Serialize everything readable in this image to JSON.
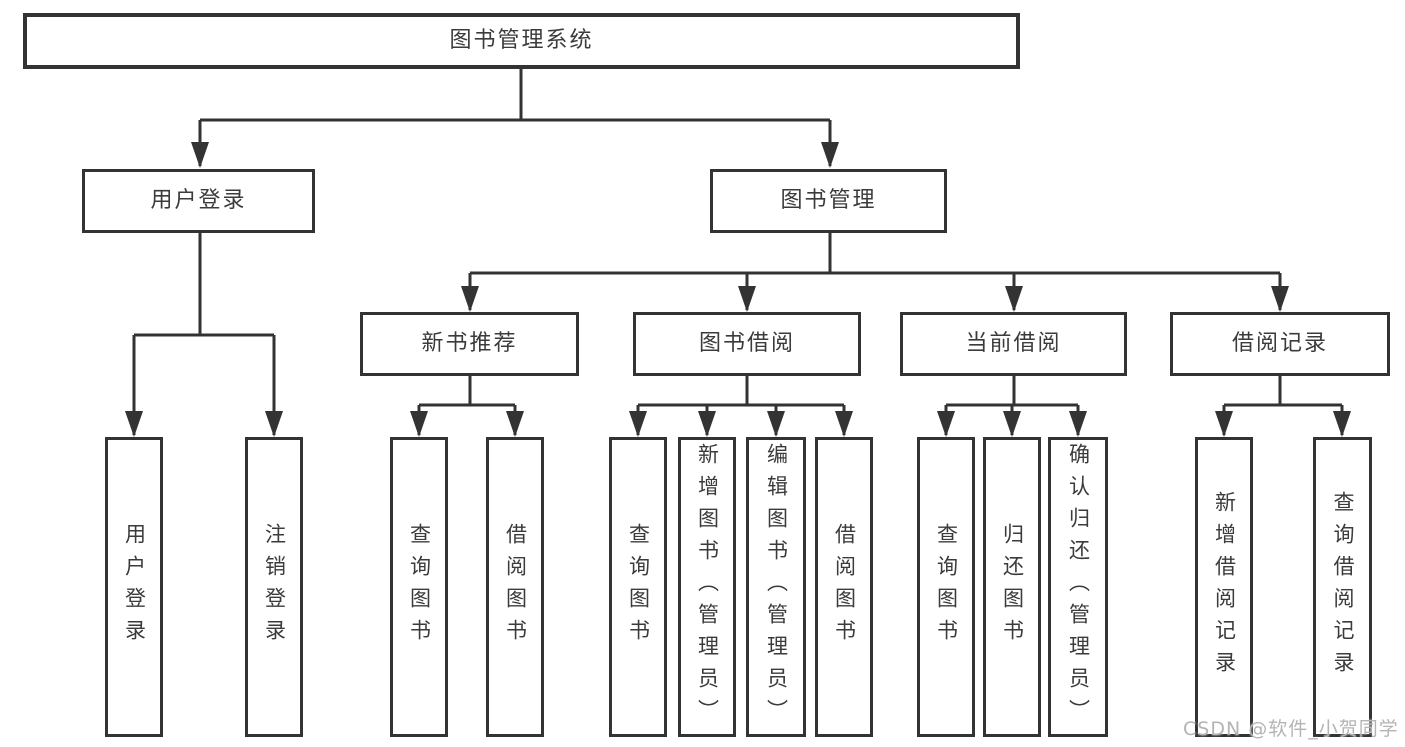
{
  "tree": {
    "label": "图书管理系统",
    "children": [
      {
        "label": "用户登录",
        "children": [
          {
            "label": "用户登录"
          },
          {
            "label": "注销登录"
          }
        ]
      },
      {
        "label": "图书管理",
        "children": [
          {
            "label": "新书推荐",
            "children": [
              {
                "label": "查询图书"
              },
              {
                "label": "借阅图书"
              }
            ]
          },
          {
            "label": "图书借阅",
            "children": [
              {
                "label": "查询图书"
              },
              {
                "label": "新增图书（管理员）"
              },
              {
                "label": "编辑图书（管理员）"
              },
              {
                "label": "借阅图书"
              }
            ]
          },
          {
            "label": "当前借阅",
            "children": [
              {
                "label": "查询图书"
              },
              {
                "label": "归还图书"
              },
              {
                "label": "确认归还（管理员）"
              }
            ]
          },
          {
            "label": "借阅记录",
            "children": [
              {
                "label": "新增借阅记录"
              },
              {
                "label": "查询借阅记录"
              }
            ]
          }
        ]
      }
    ]
  },
  "watermark": "CSDN @软件_小贺同学",
  "colors": {
    "line": "#333333",
    "box_border": "#333333",
    "text": "#3b3b3b",
    "background": "#ffffff",
    "watermark": "#b4b4b4"
  }
}
